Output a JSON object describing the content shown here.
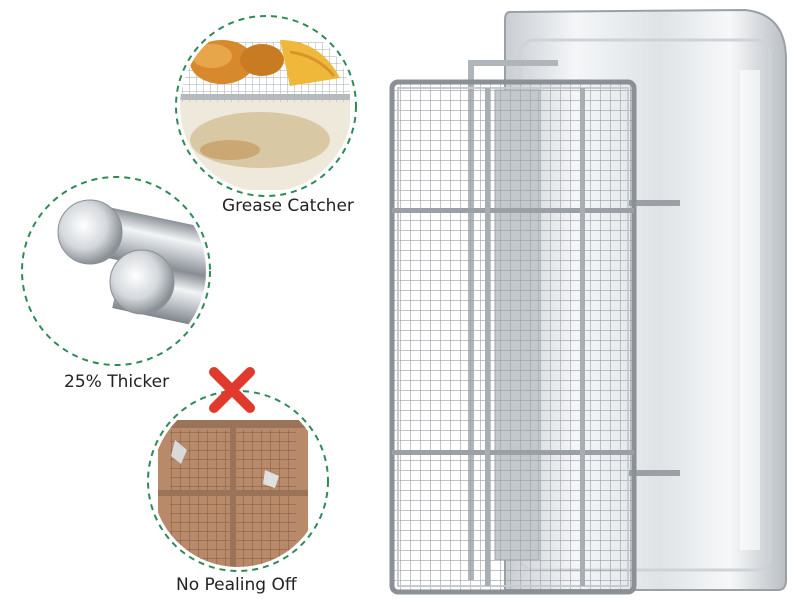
{
  "features": [
    {
      "label": "Grease Catcher"
    },
    {
      "label": "25% Thicker"
    },
    {
      "label": "No Pealing Off"
    }
  ],
  "colors": {
    "dash_ring": "#2e8b57",
    "cross": "#e03a2e",
    "steel_light": "#f2f4f6",
    "steel_mid": "#c9cdd2",
    "steel_dark": "#8a9096",
    "coating": "#b88a6a"
  },
  "icons": {
    "reject_mark": "x-mark-icon"
  }
}
